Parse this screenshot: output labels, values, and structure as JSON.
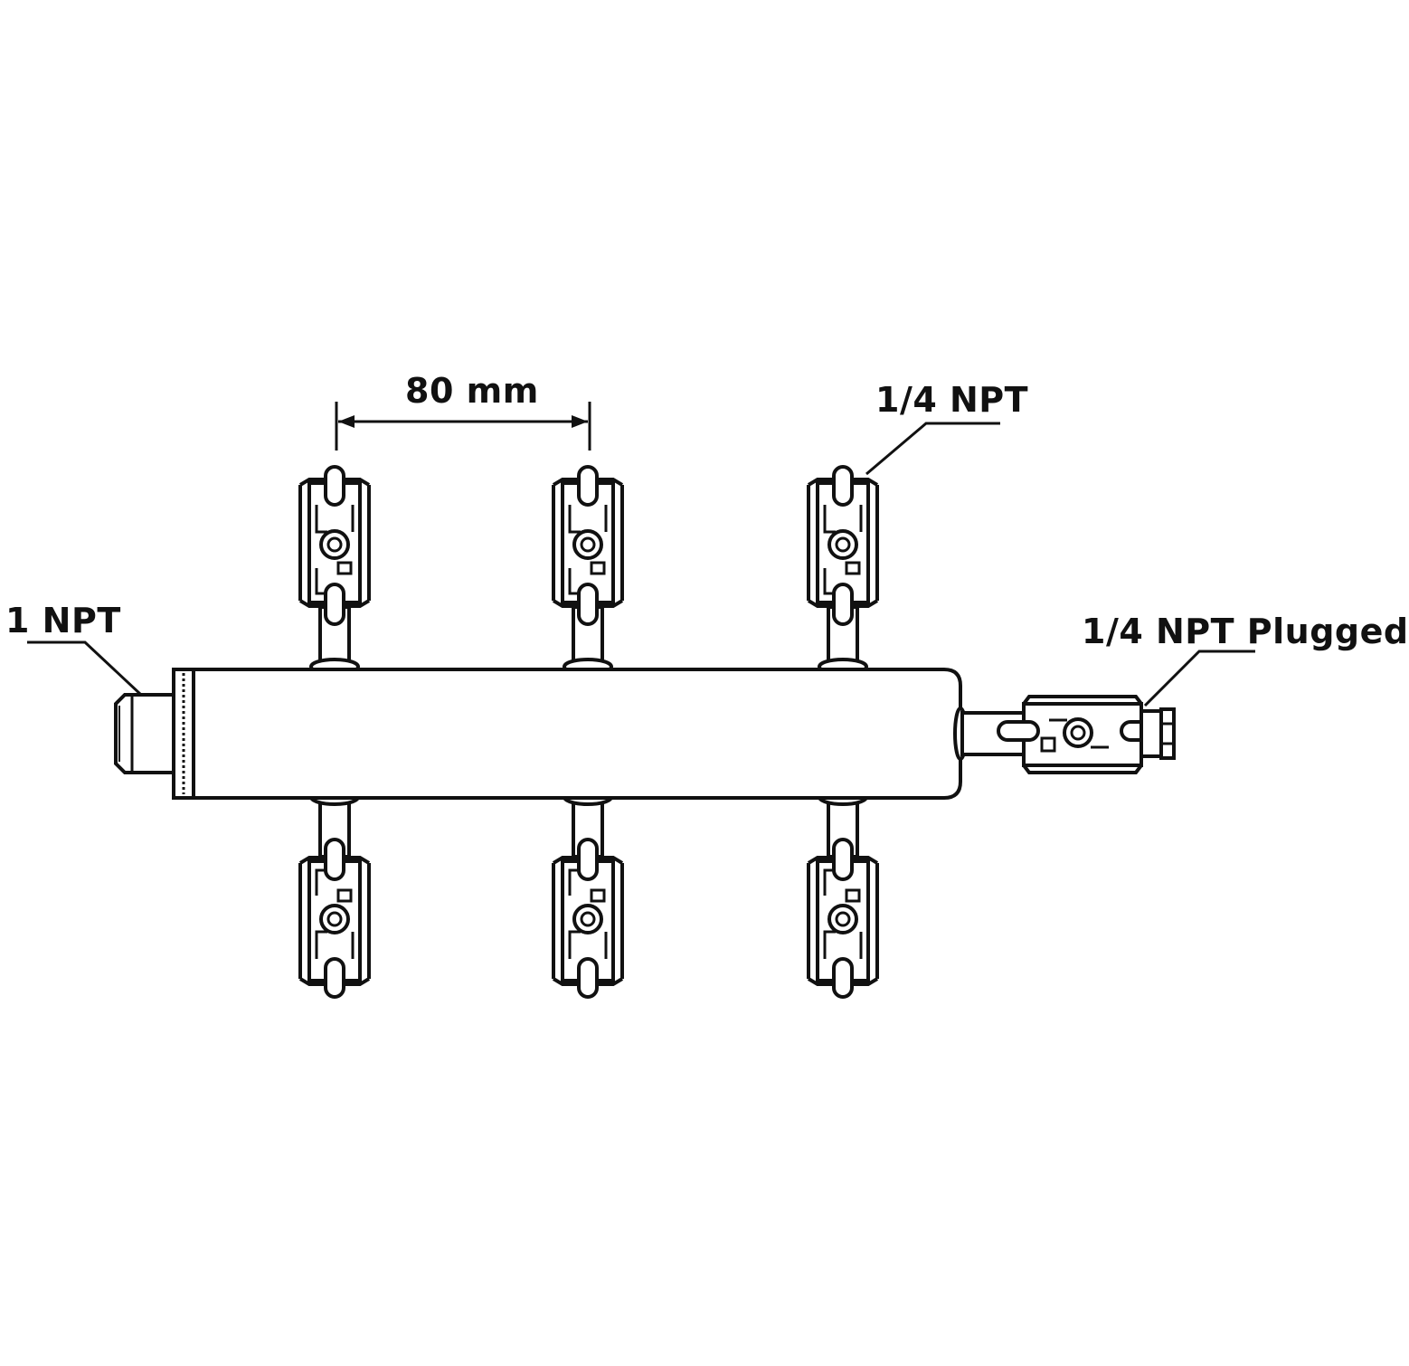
{
  "labels": {
    "inlet": "1 NPT",
    "spacing": "80 mm",
    "outlet": "1/4 NPT",
    "plugged": "1/4 NPT Plugged"
  },
  "colors": {
    "stroke": "#111111",
    "background": "#ffffff"
  },
  "diagram": {
    "valves_top": 3,
    "valves_bottom": 3,
    "end_valves": 1
  }
}
